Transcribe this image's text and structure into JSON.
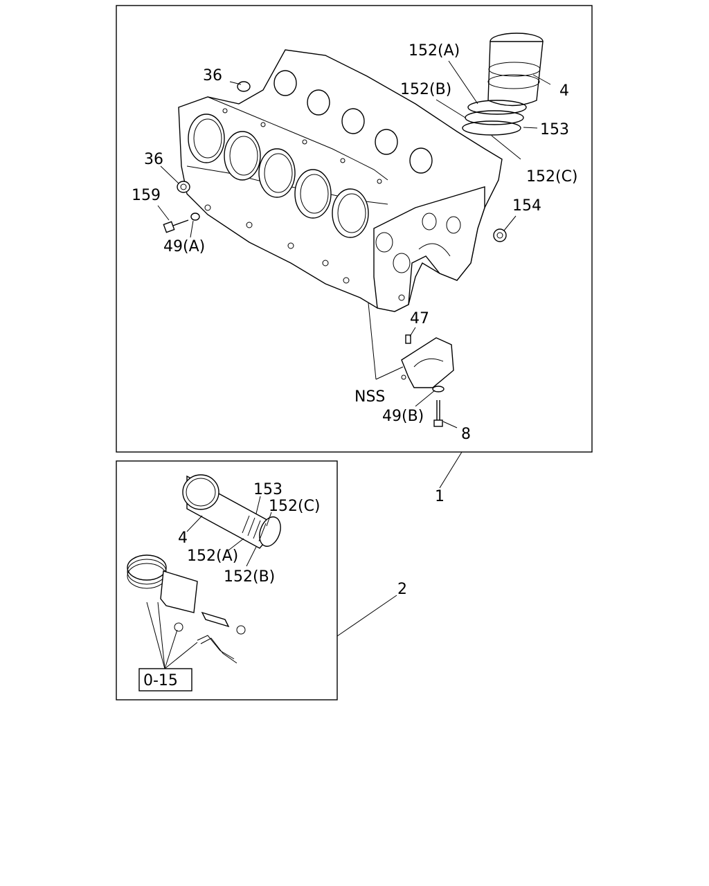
{
  "main_callouts": {
    "c36_top": "36",
    "c36_left": "36",
    "c159": "159",
    "c49a": "49(A)",
    "c152a": "152(A)",
    "c152b": "152(B)",
    "c4": "4",
    "c153": "153",
    "c152c": "152(C)",
    "c154": "154",
    "c47": "47",
    "nss": "NSS",
    "c49b": "49(B)",
    "c8": "8",
    "c1": "1"
  },
  "inset_callouts": {
    "c153": "153",
    "c152c": "152(C)",
    "c4": "4",
    "c152a": "152(A)",
    "c152b": "152(B)",
    "c2": "2",
    "ref_box": "0-15"
  }
}
